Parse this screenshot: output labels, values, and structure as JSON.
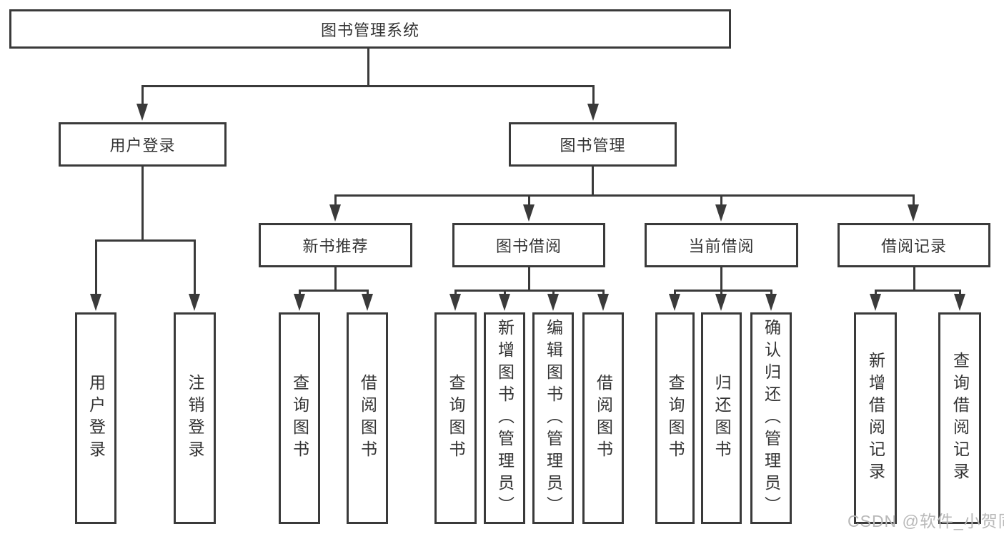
{
  "diagram": {
    "root_label": "图书管理系统",
    "branches": [
      {
        "label": "用户登录",
        "children": [
          "用户登录",
          "注销登录"
        ]
      },
      {
        "label": "图书管理",
        "groups": [
          {
            "label": "新书推荐",
            "children": [
              "查询图书",
              "借阅图书"
            ]
          },
          {
            "label": "图书借阅",
            "children": [
              "查询图书",
              "新增图书（管理员）",
              "编辑图书（管理员）",
              "借阅图书"
            ]
          },
          {
            "label": "当前借阅",
            "children": [
              "查询图书",
              "归还图书",
              "确认归还（管理员）"
            ]
          },
          {
            "label": "借阅记录",
            "children": [
              "新增借阅记录",
              "查询借阅记录"
            ]
          }
        ]
      }
    ]
  },
  "watermark": "CSDN @软件_小贺同学",
  "colors": {
    "line": "#3a3a3a",
    "text": "#333333",
    "watermark": "#b8b8b8",
    "background": "#ffffff"
  }
}
